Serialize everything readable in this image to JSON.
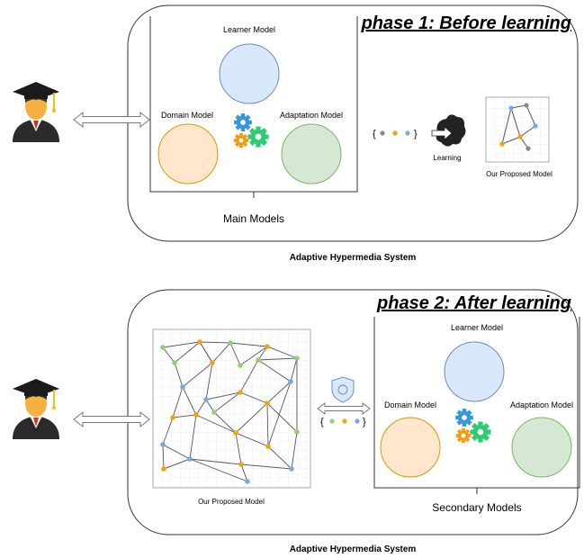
{
  "phase1": {
    "title": "phase 1: Before learning",
    "learner_label": "Learner Model",
    "domain_label": "Domain Model",
    "adaptation_label": "Adaptation Model",
    "group_label": "Main Models",
    "learning_label": "Learning",
    "proposed_label": "Our Proposed Model",
    "system_label": "Adaptive Hypermedia System",
    "braces": [
      "{",
      "}"
    ]
  },
  "phase2": {
    "title": "phase 2: After learning",
    "learner_label": "Learner Model",
    "domain_label": "Domain Model",
    "adaptation_label": "Adaptation Model",
    "group_label": "Secondary Models",
    "proposed_label": "Our Proposed Model",
    "system_label": "Adaptive Hypermedia System",
    "braces": [
      "{",
      "}"
    ]
  },
  "colors": {
    "learner_fill": "#dae8fc",
    "learner_stroke": "#6c8ebf",
    "domain_fill": "#ffe6cc",
    "domain_stroke": "#d79b00",
    "adaptation_fill": "#d5e8d4",
    "adaptation_stroke": "#82b366",
    "node_orange": "#f0a30a",
    "node_green": "#8fd16a",
    "node_blue": "#7ea6e0",
    "node_gray": "#888888"
  },
  "icons": [
    "graduate-icon",
    "double-arrow-icon",
    "gears-icon",
    "learning-icon",
    "shield-icon"
  ]
}
